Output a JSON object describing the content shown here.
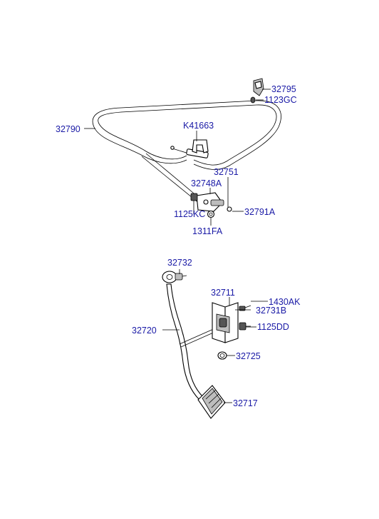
{
  "labels": {
    "p32795": "32795",
    "p1123GC": "1123GC",
    "p32790": "32790",
    "pK41663": "K41663",
    "p32751": "32751",
    "p32748A": "32748A",
    "p32791A": "32791A",
    "p1125KC": "1125KC",
    "p1311FA": "1311FA",
    "p32732": "32732",
    "p32711": "32711",
    "p1430AK": "1430AK",
    "p32731B": "32731B",
    "p32720": "32720",
    "p1125DD": "1125DD",
    "p32725": "32725",
    "p32717": "32717"
  },
  "colors": {
    "label": "#1a1aa6",
    "line": "#000000",
    "background": "#ffffff"
  }
}
